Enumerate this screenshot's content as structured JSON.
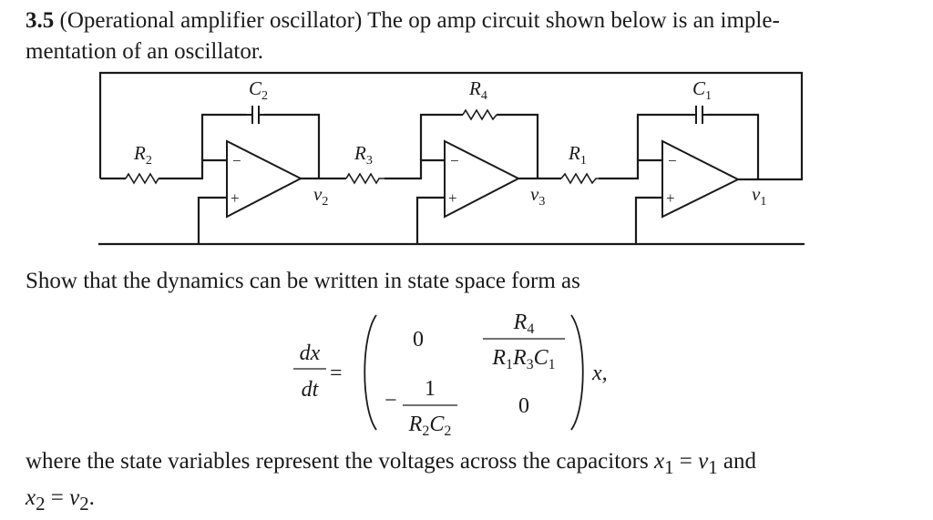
{
  "problem": {
    "number": "3.5",
    "intro_line1": " (Operational amplifier oscillator) The op amp circuit shown below is an imple-",
    "intro_line2": "mentation of an oscillator.",
    "statement": "Show that the dynamics can be written in state space form as",
    "conclusion_line1": "where the state variables represent the voltages across the capacitors ",
    "conclusion_line2_end": "."
  },
  "circuit": {
    "capacitor_left": "C",
    "capacitor_left_sub": "2",
    "capacitor_right": "C",
    "capacitor_right_sub": "1",
    "resistor_r2": "R",
    "resistor_r2_sub": "2",
    "resistor_r3": "R",
    "resistor_r3_sub": "3",
    "resistor_r4": "R",
    "resistor_r4_sub": "4",
    "resistor_r1": "R",
    "resistor_r1_sub": "1",
    "node_v2": "v",
    "node_v2_sub": "2",
    "node_v3": "v",
    "node_v3_sub": "3",
    "node_v1": "v",
    "node_v1_sub": "1",
    "minus_sign": "−",
    "plus_sign": "+"
  },
  "equation": {
    "lhs_num": "dx",
    "lhs_den": "dt",
    "equals": "=",
    "m11": "0",
    "m12_num": "R",
    "m12_num_sub": "4",
    "m12_den_a": "R",
    "m12_den_a_sub": "1",
    "m12_den_b": "R",
    "m12_den_b_sub": "3",
    "m12_den_c": "C",
    "m12_den_c_sub": "1",
    "m21_sign": "−",
    "m21_num": "1",
    "m21_den_a": "R",
    "m21_den_a_sub": "2",
    "m21_den_b": "C",
    "m21_den_b_sub": "2",
    "m22": "0",
    "rhs": "x,"
  },
  "state_vars": {
    "x1": "x",
    "x1_sub": "1",
    "eq1": " = ",
    "v1": "v",
    "v1_sub": "1",
    "and": " and",
    "x2": "x",
    "x2_sub": "2",
    "eq2": " = ",
    "v2": "v",
    "v2_sub": "2"
  }
}
